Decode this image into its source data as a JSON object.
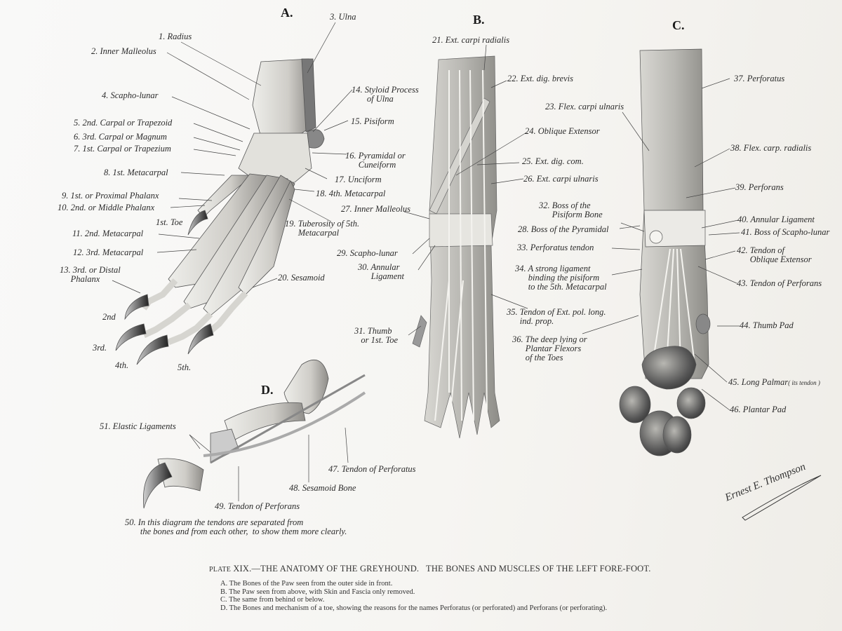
{
  "plate": {
    "title_prefix": "Plate",
    "title_number": "XIX.",
    "title": "—THE ANATOMY OF THE GREYHOUND.   THE BONES AND MUSCLES OF THE LEFT FORE-FOOT.",
    "captions": [
      "A.  The Bones of the Paw seen from the outer side in front.",
      "B.  The Paw seen from above, with Skin and Fascia only removed.",
      "C.  The same from behind or below.",
      "D.  The Bones and mechanism of a toe, showing the reasons for the names Perforatus (or perforated) and Perforans (or perforating)."
    ],
    "signature": "Ernest E. Thompson"
  },
  "figures": {
    "A": {
      "letter": "A.",
      "labels": {
        "l1": "1. Radius",
        "l2": "2. Inner Malleolus",
        "l3": "3. Ulna",
        "l4": "4. Scapho-lunar",
        "l5": "5. 2nd. Carpal or Trapezoid",
        "l6": "6. 3rd. Carpal or Magnum",
        "l7": "7. 1st. Carpal or Trapezium",
        "l8": "8. 1st. Metacarpal",
        "l9": "9. 1st. or Proximal Phalanx",
        "l10": "10. 2nd. or Middle Phalanx",
        "toe1": "1st. Toe",
        "l11": "11. 2nd. Metacarpal",
        "l12": "12. 3rd. Metacarpal",
        "l13": "13. 3rd. or Distal\n     Phalanx",
        "l14": "14. Styloid Process\n       of Ulna",
        "l15": "15. Pisiform",
        "l16": "16. Pyramidal or\n      Cuneiform",
        "l17": "17. Unciform",
        "l18": "18. 4th. Metacarpal",
        "l19": "19. Tuberosity of 5th.\n      Metacarpal",
        "l20": "20. Sesamoid",
        "toe2": "2nd",
        "toe3": "3rd.",
        "toe4": "4th.",
        "toe5": "5th."
      }
    },
    "B": {
      "letter": "B.",
      "labels": {
        "l21": "21. Ext. carpi radialis",
        "l22": "22. Ext. dig. brevis",
        "l23": "23. Flex. carpi ulnaris",
        "l24": "24. Oblique Extensor",
        "l25": "25. Ext. dig. com.",
        "l26": "26. Ext. carpi ulnaris",
        "l27": "27. Inner Malleolus",
        "l28": "28. Boss of the Pyramidal",
        "l29": "29. Scapho-lunar",
        "l30": "30. Annular\n      Ligament",
        "l31": "31. Thumb\n   or 1st. Toe",
        "l32": "32. Boss of the\n      Pisiform Bone",
        "l33": "33. Perforatus tendon",
        "l34": "34. A strong ligament\n      binding the pisiform\n      to the 5th. Metacarpal",
        "l35": "35. Tendon of Ext. pol. long.\n      ind. prop.",
        "l36": "36. The deep lying or\n      Plantar Flexors\n      of the Toes"
      }
    },
    "C": {
      "letter": "C.",
      "labels": {
        "l37": "37. Perforatus",
        "l38": "38. Flex. carp. radialis",
        "l39": "39. Perforans",
        "l40": "40. Annular Ligament",
        "l41": "41. Boss of Scapho-lunar",
        "l42": "42. Tendon of\n      Oblique Extensor",
        "l43": "43. Tendon of Perforans",
        "l44": "44. Thumb Pad",
        "l45": "45. Long Palmar",
        "l45note": "( its tendon )",
        "l46": "46. Plantar Pad"
      }
    },
    "D": {
      "letter": "D.",
      "labels": {
        "l47": "47. Tendon of Perforatus",
        "l48": "48. Sesamoid Bone",
        "l49": "49. Tendon of Perforans",
        "l50": "50. In this diagram the tendons are separated from\n       the bones and from each other,  to show them more clearly.",
        "l51": "51. Elastic Ligaments"
      }
    }
  },
  "colors": {
    "paper": "#f7f6f3",
    "ink": "#2b2b2b",
    "bone": "#d9d8d4",
    "muscle": "#a9a8a4",
    "ligament": "#e8e7e2"
  }
}
